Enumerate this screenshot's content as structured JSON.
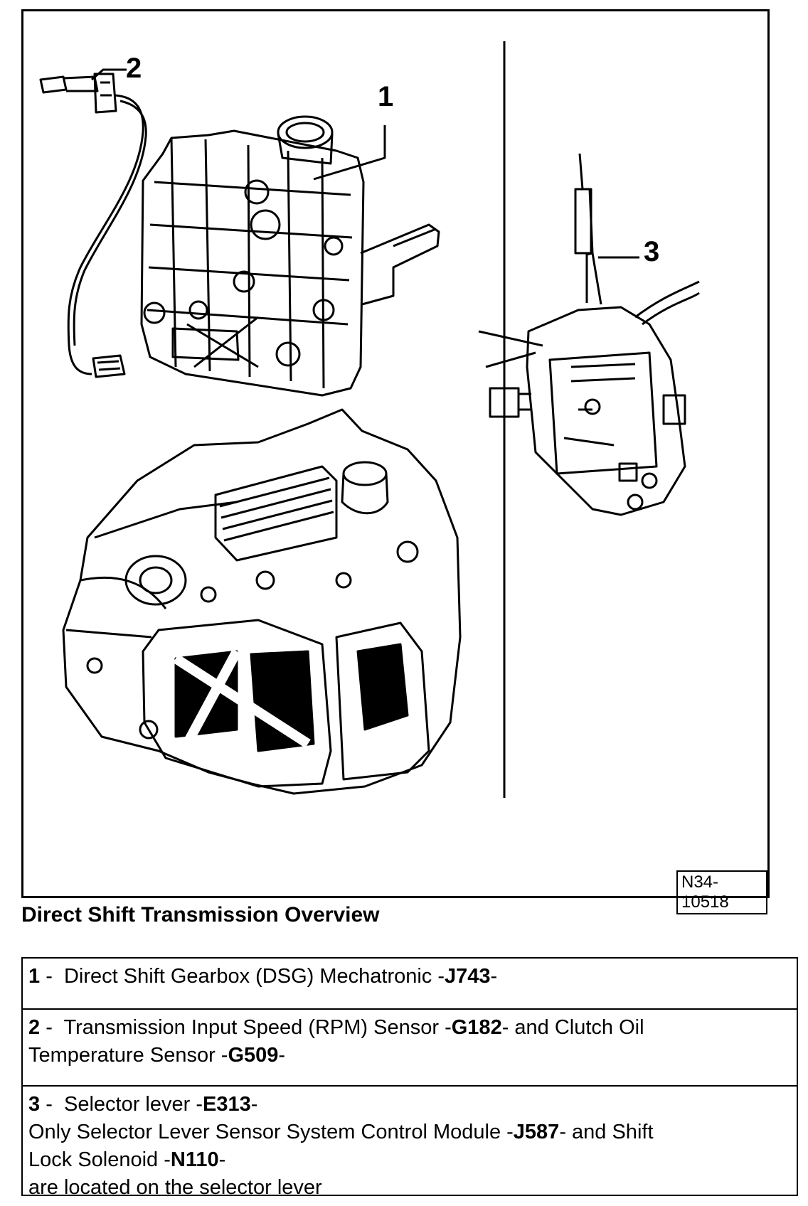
{
  "figure": {
    "callouts": [
      "1",
      "2",
      "3"
    ],
    "figure_id": "N34-10518"
  },
  "caption": "Direct Shift Transmission Overview",
  "legend": [
    {
      "num": "1",
      "sep": " -  ",
      "lines": [
        [
          {
            "t": "Direct Shift Gearbox (DSG) Mechatronic -",
            "b": false
          },
          {
            "t": "J743",
            "b": true
          },
          {
            "t": "-",
            "b": false
          }
        ]
      ]
    },
    {
      "num": "2",
      "sep": " -  ",
      "lines": [
        [
          {
            "t": "Transmission Input Speed (RPM) Sensor -",
            "b": false
          },
          {
            "t": "G182",
            "b": true
          },
          {
            "t": "- and Clutch Oil",
            "b": false
          }
        ],
        [
          {
            "t": "Temperature Sensor -",
            "b": false
          },
          {
            "t": "G509",
            "b": true
          },
          {
            "t": "-",
            "b": false
          }
        ]
      ]
    },
    {
      "num": "3",
      "sep": " -  ",
      "lines": [
        [
          {
            "t": "Selector lever -",
            "b": false
          },
          {
            "t": "E313",
            "b": true
          },
          {
            "t": "-",
            "b": false
          }
        ],
        [
          {
            "t": "Only Selector Lever Sensor System Control Module -",
            "b": false
          },
          {
            "t": "J587",
            "b": true
          },
          {
            "t": "- and Shift",
            "b": false
          }
        ],
        [
          {
            "t": "Lock Solenoid -",
            "b": false
          },
          {
            "t": "N110",
            "b": true
          },
          {
            "t": "-",
            "b": false
          }
        ],
        [
          {
            "t": "are located on the selector lever",
            "b": false
          }
        ]
      ]
    }
  ]
}
